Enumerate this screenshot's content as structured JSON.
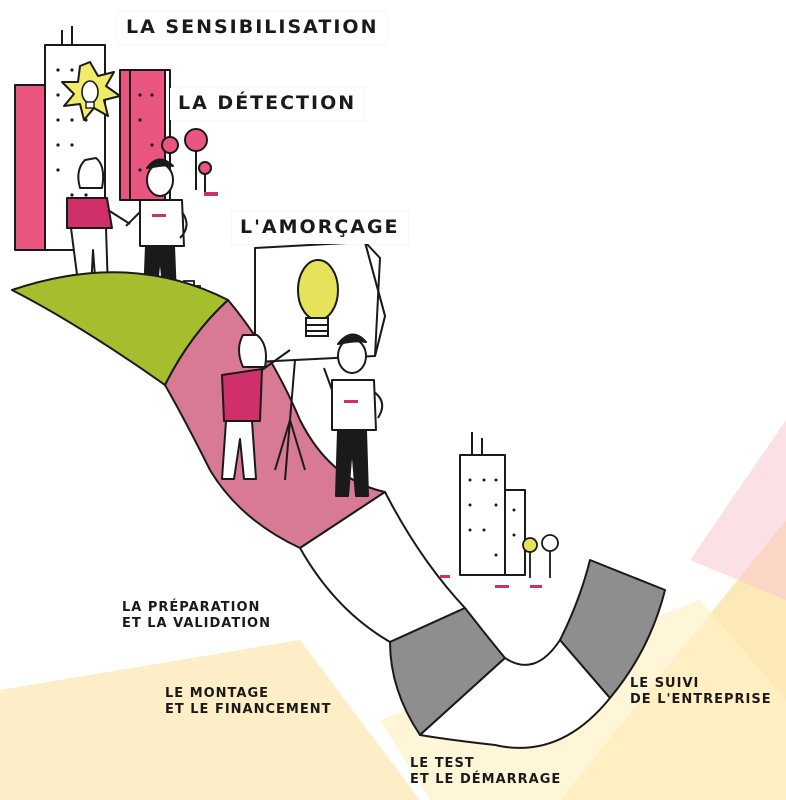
{
  "stages": {
    "sensibilisation": "La sensibilisation",
    "detection": "La détection",
    "amorcage": "L'amorçage",
    "preparation": [
      "La préparation",
      "et la validation"
    ],
    "montage": [
      "Le montage",
      "et le financement"
    ],
    "test": [
      "Le test",
      "et le démarrage"
    ],
    "suivi": [
      "Le suivi",
      "de l'entreprise"
    ]
  },
  "colors": {
    "green_path": "#a4be2e",
    "pink_path": "#d87a94",
    "grey_segment": "#8e8e8e",
    "accent_magenta": "#d0306a",
    "ink": "#1a1a1a",
    "bulb_yellow": "#e5e35a"
  },
  "icons": {
    "bulb_burst": "lightbulb-icon",
    "briefcase": "briefcase-icon",
    "trees": "tree-icon"
  }
}
